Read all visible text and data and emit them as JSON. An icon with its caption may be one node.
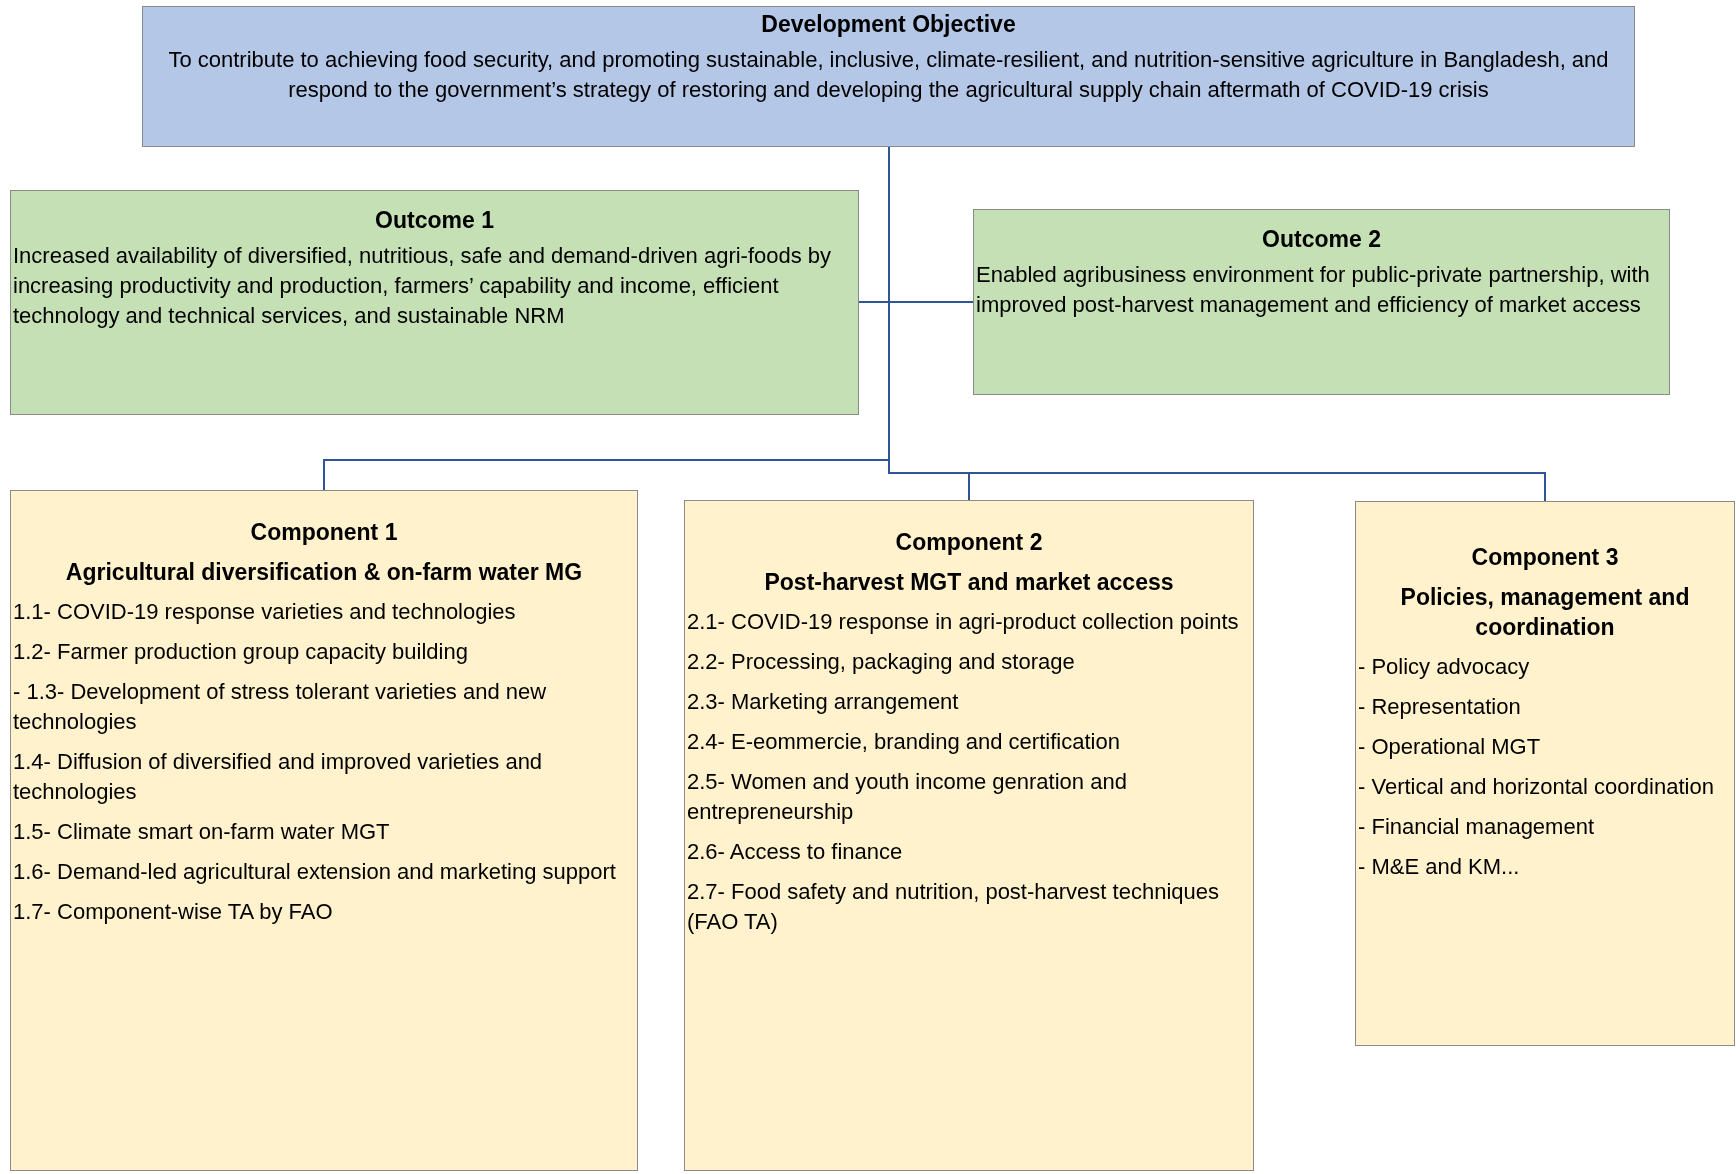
{
  "diagram": {
    "nodes": [
      {
        "text": [
          "Development Objective",
          "To contribute to achieving food security, and promoting sustainable, inclusive, climate-resilient, and nutrition-sensitive agriculture in Bangladesh, and respond to the government’s strategy of restoring and developing the agricultural supply chain aftermath of COVID-19 crisis"
        ]
      },
      {
        "text": [
          "Outcome 1",
          "Increased availability of diversified, nutritious, safe and demand-driven agri-foods by increasing productivity and production, farmers’ capability and income, efficient technology and technical services, and sustainable NRM"
        ]
      },
      {
        "text": [
          "Outcome 2",
          "Enabled agribusiness environment for public-private partnership, with improved post-harvest management and efficiency of market access"
        ]
      },
      {
        "text": [
          "Component 1",
          "Agricultural diversification & on-farm water MG",
          "1.1- COVID-19 response varieties and technologies",
          "1.2- Farmer production group capacity building",
          "- 1.3- Development of stress tolerant varieties and new technologies",
          "1.4- Diffusion of diversified and improved varieties and technologies",
          "1.5- Climate smart on-farm water MGT",
          "1.6- Demand-led agricultural extension and marketing support",
          "1.7- Component-wise TA by FAO"
        ]
      },
      {
        "text": [
          "Component 2",
          "Post-harvest MGT and market access",
          "2.1- COVID-19 response in agri-product collection points",
          "2.2- Processing, packaging and storage",
          "2.3- Marketing arrangement",
          "2.4- E-eommercie, branding and certification",
          "2.5- Women and youth income genration and entrepreneurship",
          "2.6- Access to finance",
          "2.7- Food safety and nutrition, post-harvest techniques (FAO TA)"
        ]
      },
      {
        "text": [
          "Component 3",
          "Policies, management and coordination",
          "- Policy advocacy",
          "- Representation",
          "- Operational MGT",
          "- Vertical and horizontal coordination",
          "- Financial management",
          "- M&E and KM..."
        ]
      }
    ],
    "edges": [
      {
        "from": 0,
        "to": 1,
        "arrow": "none"
      },
      {
        "from": 0,
        "to": 2,
        "arrow": "none"
      },
      {
        "from": 0,
        "to": 3,
        "arrow": "none"
      },
      {
        "from": 0,
        "to": 4,
        "arrow": "none"
      },
      {
        "from": 0,
        "to": 5,
        "arrow": "none"
      }
    ]
  }
}
